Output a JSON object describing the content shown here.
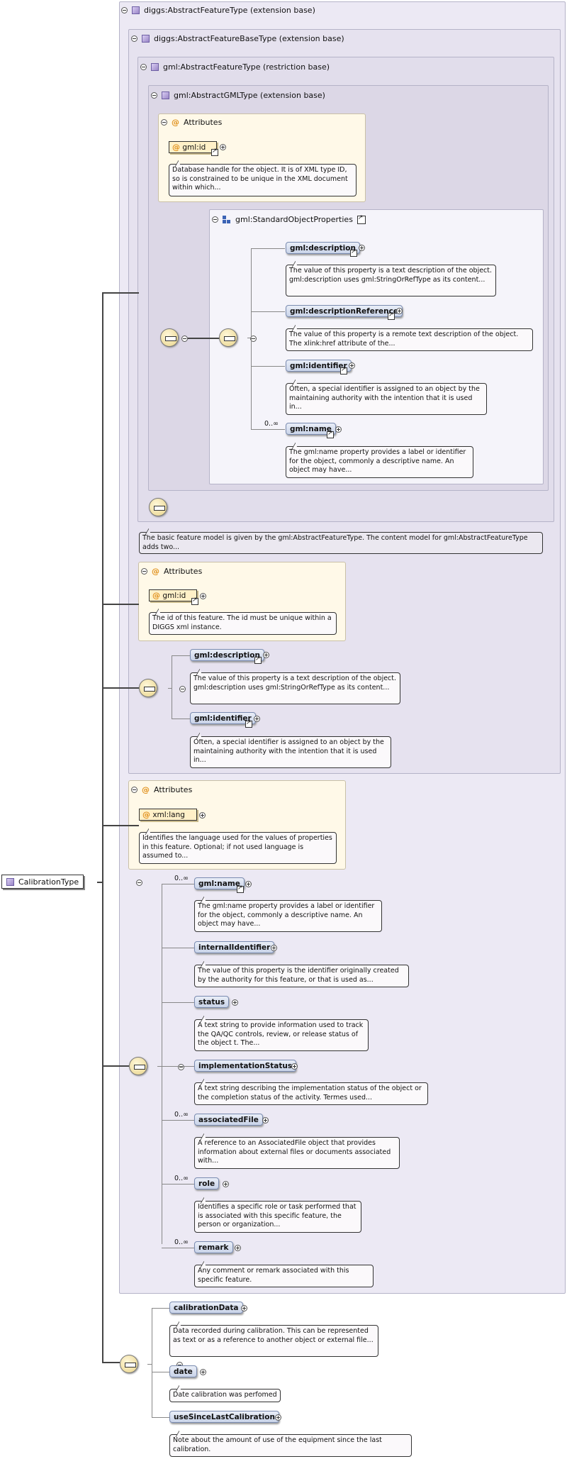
{
  "root": {
    "label": "CalibrationType"
  },
  "types": {
    "diggs_feature": "diggs:AbstractFeatureType (extension base)",
    "diggs_base": "diggs:AbstractFeatureBaseType (extension base)",
    "gml_feature": "gml:AbstractFeatureType (restriction base)",
    "gml_gml": "gml:AbstractGMLType (extension base)"
  },
  "attributes_label": "Attributes",
  "at_symbol": "@",
  "occ_unbounded": "0..∞",
  "gml_type": {
    "attr_id": "gml:id",
    "attr_id_note": "Database handle for the object. It is of XML type ID, so is constrained to be unique in the XML document within which...",
    "group_label": "gml:StandardObjectProperties",
    "elements": [
      {
        "name": "gml:description",
        "note": "The value of this property is a text description of the object. gml:description uses gml:StringOrRefType as its content..."
      },
      {
        "name": "gml:descriptionReference",
        "note": "The value of this property is a remote text description of the object. The xlink:href attribute of the..."
      },
      {
        "name": "gml:identifier",
        "note": "Often, a special identifier is assigned to an object by the maintaining authority with the intention that it is used in..."
      },
      {
        "name": "gml:name",
        "note": "The gml:name property provides a label or identifier for the object, commonly a descriptive name. An object may have..."
      }
    ]
  },
  "base_note": "The basic feature model is given by the gml:AbstractFeatureType. The content model for gml:AbstractFeatureType adds two...",
  "base_type": {
    "attr_id": "gml:id",
    "attr_id_note": "The id of this feature. The id must be unique within a DIGGS xml instance.",
    "elements": [
      {
        "name": "gml:description",
        "note": "The value of this property is a text description of the object. gml:description uses gml:StringOrRefType as its content..."
      },
      {
        "name": "gml:identifier",
        "note": "Often, a special identifier is assigned to an object by the maintaining authority with the intention that it is used in..."
      }
    ]
  },
  "feature_type": {
    "attr_lang": "xml:lang",
    "attr_lang_note": "Identifies the language used for the values of properties in this feature. Optional; if not used language is assumed to...",
    "elements": [
      {
        "name": "gml:name",
        "note": "The gml:name property provides a label or identifier for the object, commonly a descriptive name. An object may have..."
      },
      {
        "name": "internalIdentifier",
        "note": "The value of this property is the identifier originally created by the authority for this feature, or that is used as..."
      },
      {
        "name": "status",
        "note": "A text string to provide information used to track the QA/QC controls, review, or release status of the object t. The..."
      },
      {
        "name": "implementationStatus",
        "note": "A text string describing the implementation status of the object or the completion status of the activity. Termes used..."
      },
      {
        "name": "associatedFile",
        "note": "A reference to an AssociatedFile object that provides information about external files or documents associated with..."
      },
      {
        "name": "role",
        "note": "Identifies a specific role or task performed that is associated with this specific feature, the person or organization..."
      },
      {
        "name": "remark",
        "note": "Any comment or remark associated with this specific feature."
      }
    ]
  },
  "calibration": {
    "elements": [
      {
        "name": "calibrationData",
        "note": "Data recorded during calibration. This can be represented as text or as a reference to another object or external file..."
      },
      {
        "name": "date",
        "note": "Date calibration was perfomed"
      },
      {
        "name": "useSinceLastCalibration",
        "note": "Note about the amount of use of the equipment since the last calibration."
      }
    ]
  }
}
